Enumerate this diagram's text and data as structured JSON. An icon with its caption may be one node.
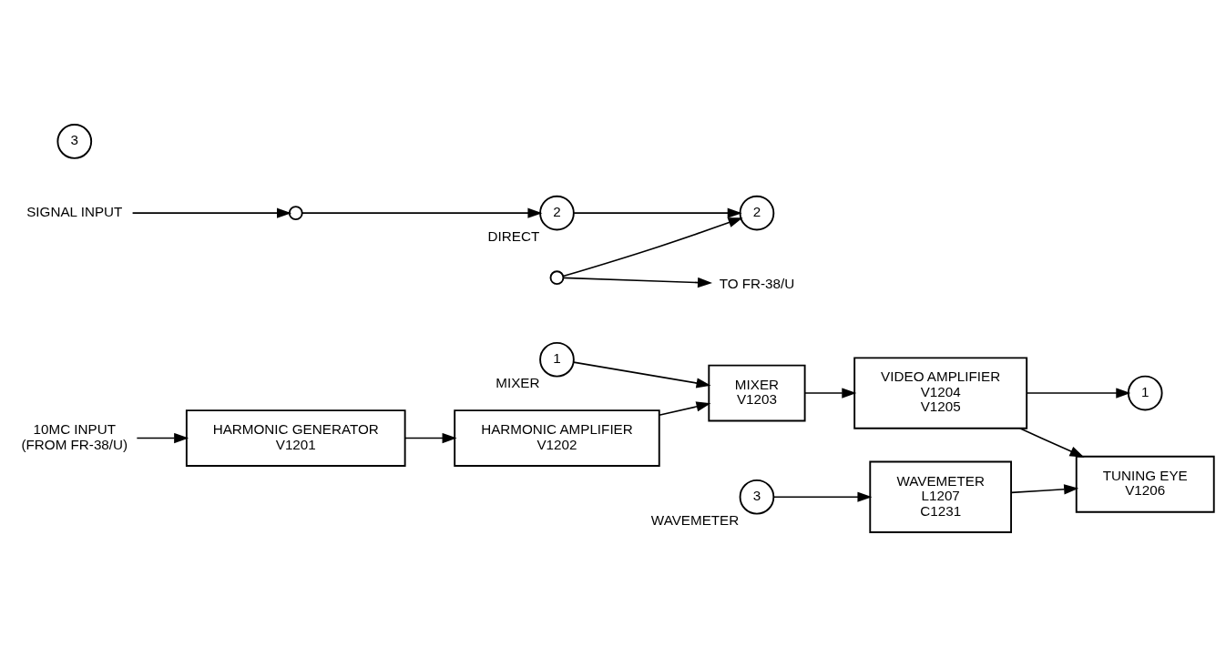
{
  "diagram": {
    "nodes": [
      {
        "text": [
          "WAVEMETER",
          "L1207",
          "C1231"
        ]
      },
      {
        "text": [
          "TUNING EYE",
          "V1206"
        ]
      },
      {
        "text": [
          "3"
        ],
        "beside": [
          "WAVEMETER"
        ]
      },
      {
        "text": [
          "SIGNAL INPUT"
        ]
      },
      {
        "text": [],
        "shape": "circle"
      },
      {
        "text": [
          "2"
        ],
        "beside": [
          "DIRECT"
        ]
      },
      {
        "text": [
          "1"
        ],
        "beside": [
          "MIXER"
        ]
      },
      {
        "text": [
          "3"
        ]
      },
      {
        "text": [
          "2"
        ]
      },
      {
        "text": [],
        "shape": "circle"
      },
      {
        "text": [
          "TO FR-38/U"
        ]
      },
      {
        "text": [
          "1"
        ]
      },
      {
        "text": [
          "MIXER",
          "V1203"
        ]
      },
      {
        "text": [
          "VIDEO AMPLIFIER",
          "V1204",
          "V1205"
        ]
      },
      {
        "text": [
          "10MC INPUT",
          "(FROM FR-38/U)"
        ]
      },
      {
        "text": [
          "HARMONIC GENERATOR",
          "V1201"
        ]
      },
      {
        "text": [
          "HARMONIC AMPLIFIER",
          "V1202"
        ]
      }
    ],
    "edges": [
      {
        "from": 2,
        "to": 0,
        "arrow": "to"
      },
      {
        "from": 0,
        "to": 1,
        "arrow": "to"
      },
      {
        "from": 3,
        "to": 4,
        "arrow": "to"
      },
      {
        "from": 4,
        "to": 5,
        "arrow": "to"
      },
      {
        "from": 5,
        "to": 8,
        "arrow": "to"
      },
      {
        "from": 9,
        "to": 8,
        "arrow": "to"
      },
      {
        "from": 9,
        "to": 10,
        "arrow": "to"
      },
      {
        "from": 6,
        "to": 12,
        "arrow": "to"
      },
      {
        "from": 12,
        "to": 13,
        "arrow": "to"
      },
      {
        "from": 13,
        "to": 1,
        "arrow": "to"
      },
      {
        "from": 13,
        "to": 11,
        "arrow": "to"
      },
      {
        "from": 14,
        "to": 15,
        "arrow": "to"
      },
      {
        "from": 15,
        "to": 16,
        "arrow": "to"
      },
      {
        "from": 16,
        "to": 12,
        "arrow": "to"
      }
    ]
  }
}
